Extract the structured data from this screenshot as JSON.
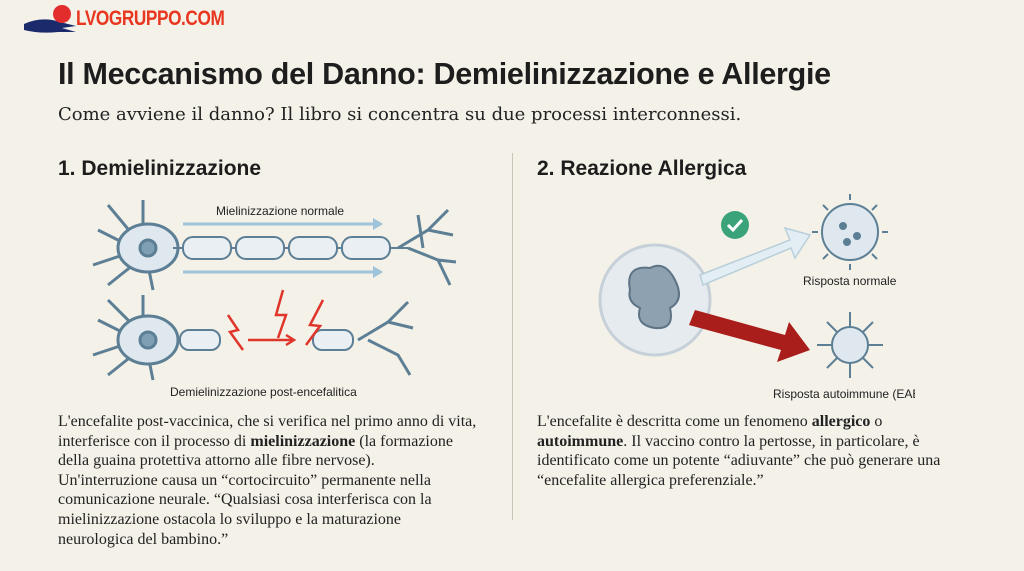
{
  "watermark": {
    "text": "LVOGRUPPO.COM",
    "display": "LVOGRUPPO.COM"
  },
  "title": "Il Meccanismo del Danno: Demielinizzazione e Allergie",
  "subtitle": "Come avviene il danno? Il libro si concentra su due processi interconnessi.",
  "left": {
    "heading": "1. Demielinizzazione",
    "label_top": "Mielinizzazione normale",
    "label_bottom": "Demielinizzazione post-encefalitica",
    "paragraph": [
      {
        "text": "L'encefalite post-vaccinica, che si verifica nel primo anno di vita, interferisce con il processo di "
      },
      {
        "text": "mielinizzazione",
        "bold": true
      },
      {
        "text": " (la formazione della guaina protettiva attorno alle fibre nervose). Un'interruzione causa un “cortocircuito” permanente nella comunicazione neurale. “Qualsiasi cosa interferisca con la mielinizzazione ostacola lo sviluppo e la maturazione neurologica del bambino.”"
      }
    ]
  },
  "right": {
    "heading": "2. Reazione Allergica",
    "label_top": "Risposta normale",
    "label_bottom": "Risposta autoimmune (EAE)",
    "paragraph": [
      {
        "text": "L'encefalite è descritta come un fenomeno "
      },
      {
        "text": "allergico",
        "bold": true
      },
      {
        "text": " o "
      },
      {
        "text": "autoimmune",
        "bold": true
      },
      {
        "text": ". Il vaccino contro la pertosse, in particolare, è identificato come un potente “adiuvante” che può generare una “encefalite allergica preferenziale.”"
      }
    ]
  },
  "colors": {
    "background": "#f4f1e8",
    "logo": "#e8361f",
    "danger": "#b0201c",
    "check": "#3aa37a",
    "arrow": "#dce8f0"
  }
}
